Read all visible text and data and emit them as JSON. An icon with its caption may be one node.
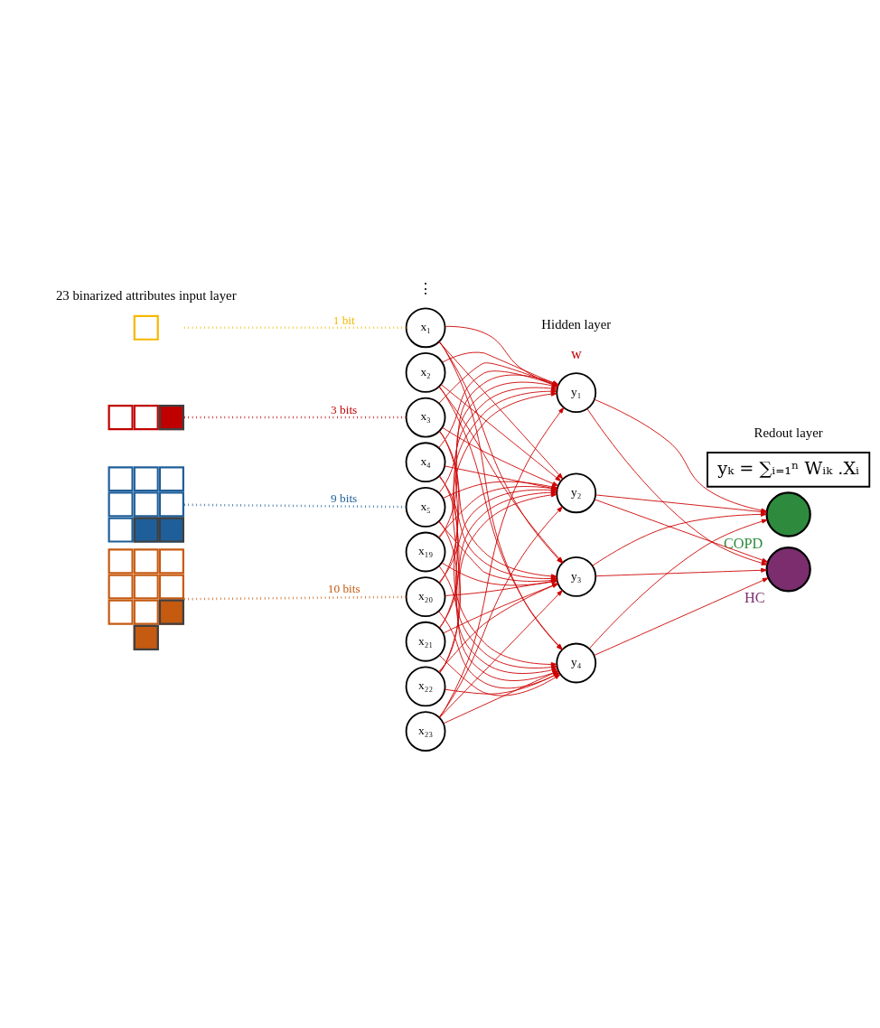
{
  "diagram": {
    "nodes": [
      {
        "text": [],
        "shape": "box"
      },
      {
        "text": [],
        "shape": "box"
      },
      {
        "text": [],
        "shape": "box"
      },
      {
        "text": [],
        "shape": "box"
      },
      {
        "text": [
          "x₁"
        ]
      },
      {
        "text": [
          "x₂"
        ]
      },
      {
        "text": [
          "x₃"
        ]
      },
      {
        "text": [
          "x₄"
        ]
      },
      {
        "text": [
          "x₅"
        ]
      },
      {
        "text": [
          "x₁₉"
        ]
      },
      {
        "text": [
          "x₂₀"
        ]
      },
      {
        "text": [
          "x₂₁"
        ]
      },
      {
        "text": [
          "x₂₂"
        ]
      },
      {
        "text": [
          "x₂₃"
        ]
      },
      {
        "text": [
          "y₁"
        ]
      },
      {
        "text": [
          "y₂"
        ]
      },
      {
        "text": [
          "y₃"
        ]
      },
      {
        "text": [
          "y₄"
        ]
      },
      {
        "text": [
          "COPD"
        ]
      },
      {
        "text": [
          "HC"
        ]
      },
      {
        "text": [
          "yₖ = ∑ᵢ₌₁ⁿ Wᵢₖ .Xᵢ"
        ]
      }
    ],
    "edges": [
      {
        "from": 0,
        "to": 4,
        "arrow": "none",
        "label": "1 bit",
        "style": "dashed",
        "color": "#f5b800"
      },
      {
        "from": 1,
        "to": 6,
        "arrow": "none",
        "label": "3 bits",
        "style": "dashed",
        "color": "#c00000"
      },
      {
        "from": 2,
        "to": 8,
        "arrow": "none",
        "label": "9 bits",
        "style": "dashed",
        "color": "#1f5f99"
      },
      {
        "from": 3,
        "to": 10,
        "arrow": "none",
        "label": "10 bits",
        "style": "dashed",
        "color": "#c55a11"
      },
      {
        "from": 4,
        "to": 14,
        "arrow": "to"
      },
      {
        "from": 4,
        "to": 15,
        "arrow": "to"
      },
      {
        "from": 4,
        "to": 16,
        "arrow": "to"
      },
      {
        "from": 4,
        "to": 17,
        "arrow": "to"
      },
      {
        "from": 5,
        "to": 14,
        "arrow": "to"
      },
      {
        "from": 5,
        "to": 15,
        "arrow": "to"
      },
      {
        "from": 5,
        "to": 16,
        "arrow": "to"
      },
      {
        "from": 5,
        "to": 17,
        "arrow": "to"
      },
      {
        "from": 6,
        "to": 14,
        "arrow": "to"
      },
      {
        "from": 6,
        "to": 15,
        "arrow": "to"
      },
      {
        "from": 6,
        "to": 16,
        "arrow": "to"
      },
      {
        "from": 6,
        "to": 17,
        "arrow": "to"
      },
      {
        "from": 7,
        "to": 14,
        "arrow": "to"
      },
      {
        "from": 7,
        "to": 15,
        "arrow": "to"
      },
      {
        "from": 7,
        "to": 16,
        "arrow": "to"
      },
      {
        "from": 7,
        "to": 17,
        "arrow": "to"
      },
      {
        "from": 8,
        "to": 14,
        "arrow": "to"
      },
      {
        "from": 8,
        "to": 15,
        "arrow": "to"
      },
      {
        "from": 8,
        "to": 16,
        "arrow": "to"
      },
      {
        "from": 8,
        "to": 17,
        "arrow": "to"
      },
      {
        "from": 9,
        "to": 14,
        "arrow": "to"
      },
      {
        "from": 9,
        "to": 15,
        "arrow": "to"
      },
      {
        "from": 9,
        "to": 16,
        "arrow": "to"
      },
      {
        "from": 9,
        "to": 17,
        "arrow": "to"
      },
      {
        "from": 10,
        "to": 14,
        "arrow": "to"
      },
      {
        "from": 10,
        "to": 15,
        "arrow": "to"
      },
      {
        "from": 10,
        "to": 16,
        "arrow": "to"
      },
      {
        "from": 10,
        "to": 17,
        "arrow": "to"
      },
      {
        "from": 11,
        "to": 14,
        "arrow": "to"
      },
      {
        "from": 11,
        "to": 15,
        "arrow": "to"
      },
      {
        "from": 11,
        "to": 16,
        "arrow": "to"
      },
      {
        "from": 11,
        "to": 17,
        "arrow": "to"
      },
      {
        "from": 12,
        "to": 14,
        "arrow": "to"
      },
      {
        "from": 12,
        "to": 15,
        "arrow": "to"
      },
      {
        "from": 12,
        "to": 16,
        "arrow": "to"
      },
      {
        "from": 12,
        "to": 17,
        "arrow": "to"
      },
      {
        "from": 13,
        "to": 14,
        "arrow": "to"
      },
      {
        "from": 13,
        "to": 15,
        "arrow": "to"
      },
      {
        "from": 13,
        "to": 16,
        "arrow": "to"
      },
      {
        "from": 13,
        "to": 17,
        "arrow": "to"
      },
      {
        "from": 14,
        "to": 18,
        "arrow": "to"
      },
      {
        "from": 14,
        "to": 19,
        "arrow": "to"
      },
      {
        "from": 15,
        "to": 18,
        "arrow": "to"
      },
      {
        "from": 15,
        "to": 19,
        "arrow": "to"
      },
      {
        "from": 16,
        "to": 18,
        "arrow": "to"
      },
      {
        "from": 16,
        "to": 19,
        "arrow": "to"
      },
      {
        "from": 17,
        "to": 18,
        "arrow": "to"
      },
      {
        "from": 17,
        "to": 19,
        "arrow": "to"
      }
    ],
    "labels": [
      "w",
      "⋮",
      "23 binarized attributes input layer",
      "Hidden layer",
      "Redout layer"
    ]
  }
}
